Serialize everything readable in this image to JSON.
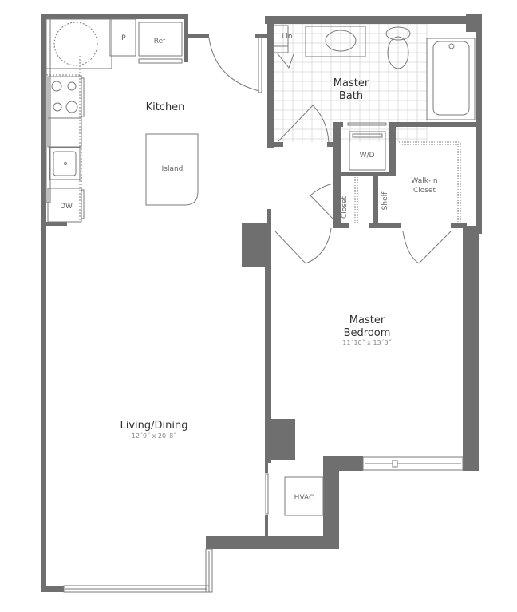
{
  "rooms": {
    "kitchen": {
      "label": "Kitchen"
    },
    "master_bath": {
      "label_line1": "Master",
      "label_line2": "Bath"
    },
    "master_bedroom": {
      "label_line1": "Master",
      "label_line2": "Bedroom",
      "dimensions": "11´10˝ x 13´3˝"
    },
    "living_dining": {
      "label": "Living/Dining",
      "dimensions": "12´9˝ x 20´8˝"
    },
    "walk_in_closet": {
      "label_line1": "Walk-In",
      "label_line2": "Closet"
    }
  },
  "fixtures": {
    "pantry": "P",
    "refrigerator": "Ref",
    "island": "Island",
    "dishwasher": "DW",
    "linen": "Lin",
    "washer_dryer": "W/D",
    "closet": "Closet",
    "shelf": "Shelf",
    "hvac": "HVAC"
  },
  "colors": {
    "wall": "#6f6f6f",
    "line": "#7a7a7a"
  }
}
